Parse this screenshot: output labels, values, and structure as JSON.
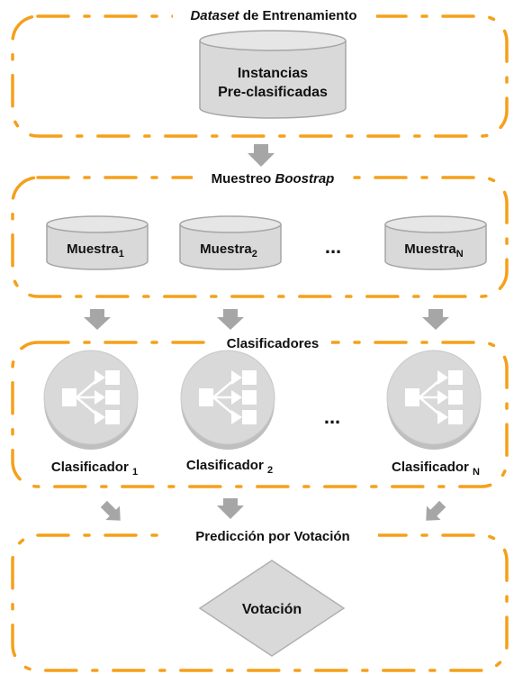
{
  "sections": {
    "dataset": {
      "title_italic": "Dataset",
      "title_rest": " de Entrenamiento"
    },
    "bootstrap": {
      "title_plain": "Muestreo ",
      "title_italic": "Boostrap"
    },
    "classifiers": {
      "title": "Clasificadores"
    },
    "voting": {
      "title": "Predicción por Votación"
    }
  },
  "database": {
    "line1": "Instancias",
    "line2": "Pre-clasificadas"
  },
  "samples": [
    {
      "base": "Muestra",
      "sub": "1"
    },
    {
      "base": "Muestra",
      "sub": "2"
    },
    {
      "base": "Muestra",
      "sub": "N"
    }
  ],
  "classifiers": [
    {
      "base": "Clasificador ",
      "sub": "1"
    },
    {
      "base": "Clasificador ",
      "sub": "2"
    },
    {
      "base": "Clasificador ",
      "sub": "N"
    }
  ],
  "ellipsis": "...",
  "vote": "Votación",
  "colors": {
    "frame": "#f5a01a",
    "shape_fill": "#d9d9d9",
    "shape_stroke": "#a6a6a6",
    "arrow": "#a6a6a6",
    "icon": "#ffffff"
  }
}
